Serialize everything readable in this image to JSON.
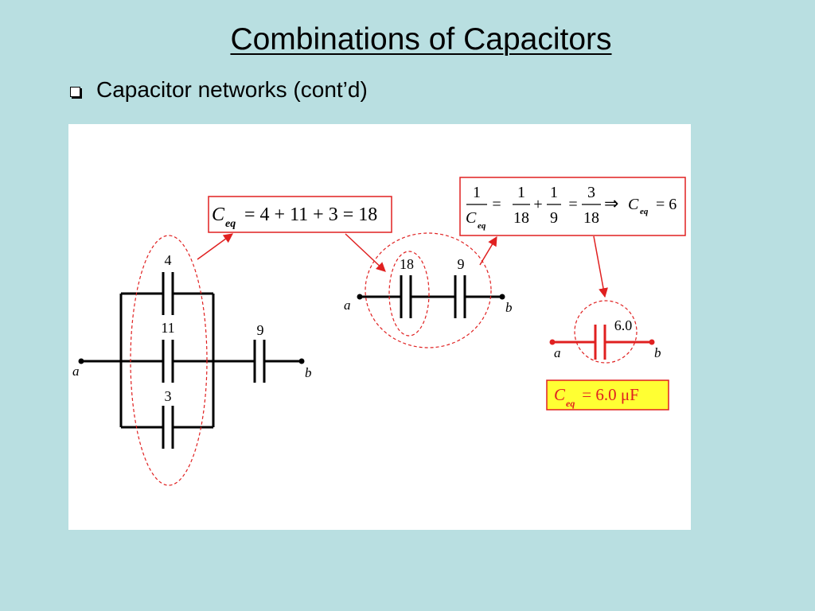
{
  "slide": {
    "title": "Combinations of Capacitors",
    "bullet": "Capacitor networks (cont’d)"
  },
  "colors": {
    "background": "#b9dfe1",
    "panel": "#ffffff",
    "wire": "#000000",
    "accent": "#e02020",
    "highlight_box": "#ffff33"
  },
  "icons": {
    "bullet": "square-bullet-icon"
  },
  "circuit1": {
    "c_top": "4",
    "c_mid": "11",
    "c_bot": "3",
    "c_series": "9",
    "node_a": "a",
    "node_b": "b"
  },
  "eq_parallel": {
    "C": "C",
    "sub": "eq",
    "rhs": "= 4 + 11 + 3 = 18"
  },
  "circuit2": {
    "c_left": "18",
    "c_right": "9",
    "node_a": "a",
    "node_b": "b"
  },
  "eq_series": {
    "one": "1",
    "C": "C",
    "sub": "eq",
    "eq1": "=",
    "n18": "18",
    "plus": "+",
    "n9": "9",
    "eq2": "=",
    "n3": "3",
    "implies": "⇒",
    "result": "= 6"
  },
  "circuit3": {
    "c_value": "6.0",
    "node_a": "a",
    "node_b": "b"
  },
  "result_box": {
    "C": "C",
    "sub": "eq",
    "value": " = 6.0 μF"
  }
}
